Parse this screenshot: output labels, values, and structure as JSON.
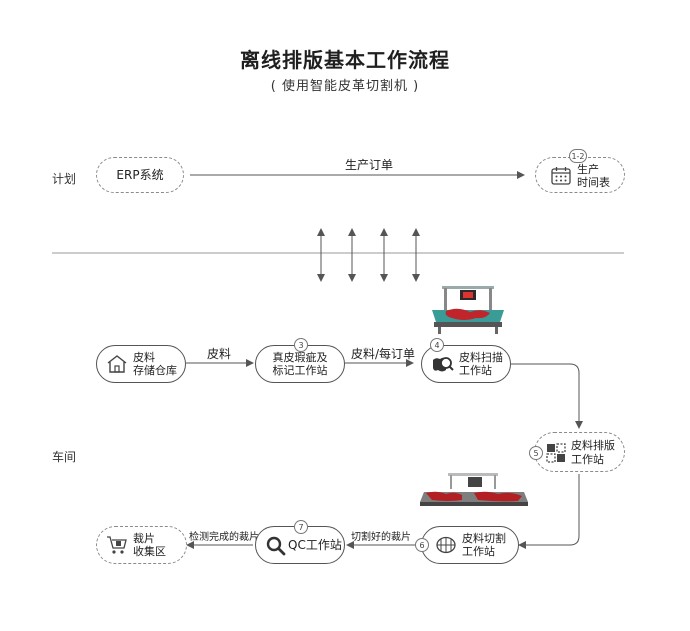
{
  "title": "离线排版基本工作流程",
  "subtitle": "( 使用智能皮革切割机 )",
  "lanes": {
    "plan": "计划",
    "workshop": "车间"
  },
  "nodes": {
    "erp": {
      "label": "ERP系统"
    },
    "schedule": {
      "step": "1-2",
      "line1": "生产",
      "line2": "时间表"
    },
    "storage": {
      "line1": "皮料",
      "line2": "存储仓库"
    },
    "inspect": {
      "step": "3",
      "line1": "真皮瑕疵及",
      "line2": "标记工作站"
    },
    "scan": {
      "step": "4",
      "line1": "皮料扫描",
      "line2": "工作站"
    },
    "nesting": {
      "step": "5",
      "line1": "皮料排版",
      "line2": "工作站"
    },
    "cutting": {
      "step": "6",
      "line1": "皮料切割",
      "line2": "工作站"
    },
    "qc": {
      "step": "7",
      "label": "QC工作站"
    },
    "collect": {
      "line1": "裁片",
      "line2": "收集区"
    }
  },
  "edges": {
    "production_order": "生产订单",
    "leather": "皮料",
    "leather_per_order": "皮料/每订单",
    "cut_pieces": "切割好的裁片",
    "checked_pieces": "检测完成的裁片"
  },
  "colors": {
    "line": "#555555",
    "dashed_border": "#8a8a8a",
    "machine_red": "#c0252b",
    "machine_teal": "#2f8f8a"
  }
}
